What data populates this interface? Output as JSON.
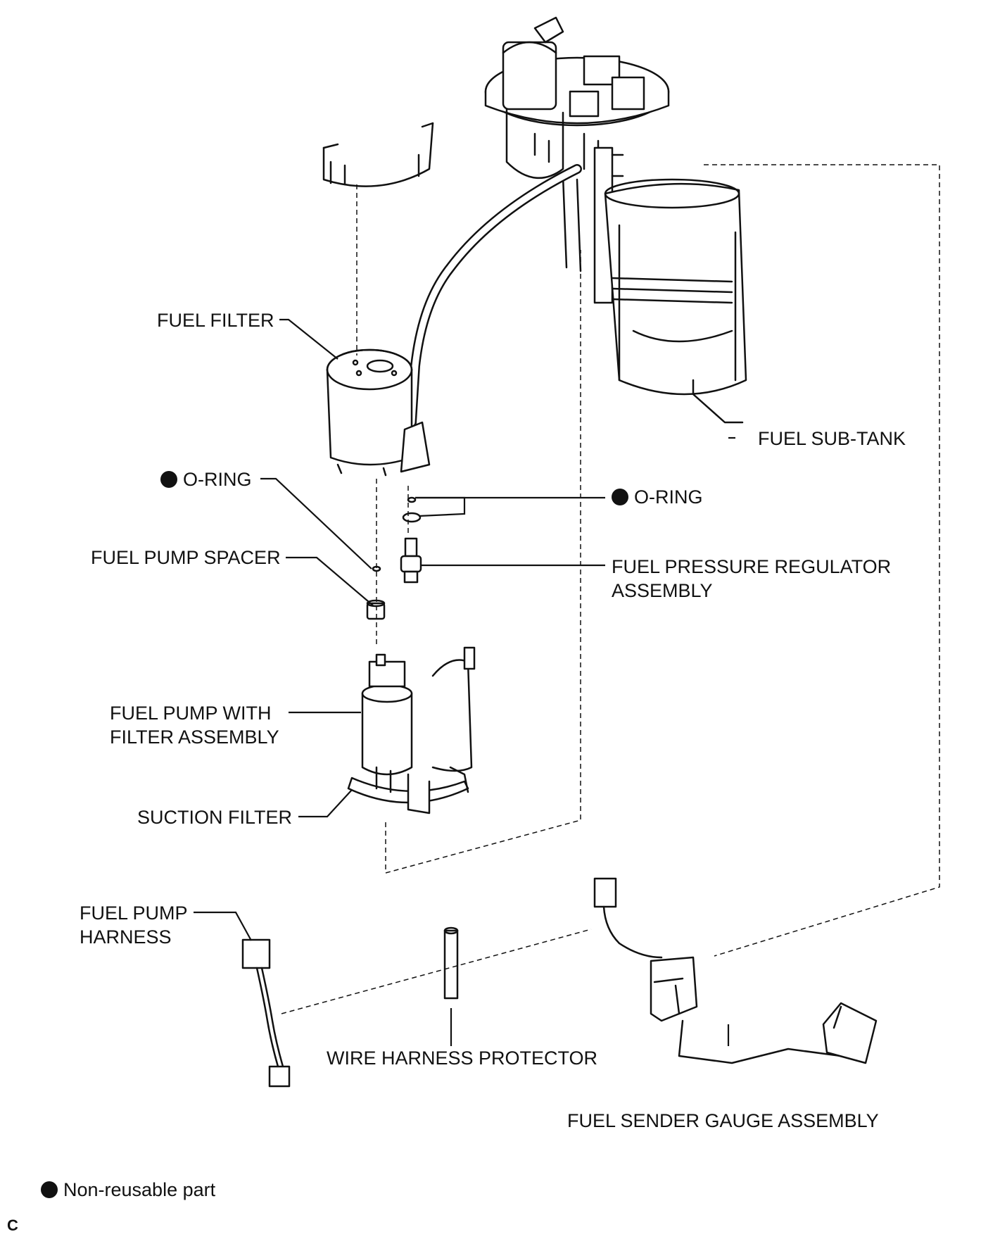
{
  "labels": {
    "fuel_filter": "FUEL FILTER",
    "fuel_sub_tank": "FUEL SUB-TANK",
    "o_ring_left": "O-RING",
    "o_ring_right": "O-RING",
    "fuel_pump_spacer": "FUEL PUMP SPACER",
    "fuel_pressure_regulator_l1": "FUEL PRESSURE REGULATOR",
    "fuel_pressure_regulator_l2": "ASSEMBLY",
    "fuel_pump_with_filter_l1": "FUEL PUMP WITH",
    "fuel_pump_with_filter_l2": "FILTER ASSEMBLY",
    "suction_filter": "SUCTION FILTER",
    "fuel_pump_harness_l1": "FUEL PUMP",
    "fuel_pump_harness_l2": "HARNESS",
    "wire_harness_protector": "WIRE HARNESS PROTECTOR",
    "fuel_sender_gauge_assembly": "FUEL SENDER GAUGE ASSEMBLY"
  },
  "legend": {
    "non_reusable": "Non-reusable part"
  },
  "corner_mark": "C"
}
